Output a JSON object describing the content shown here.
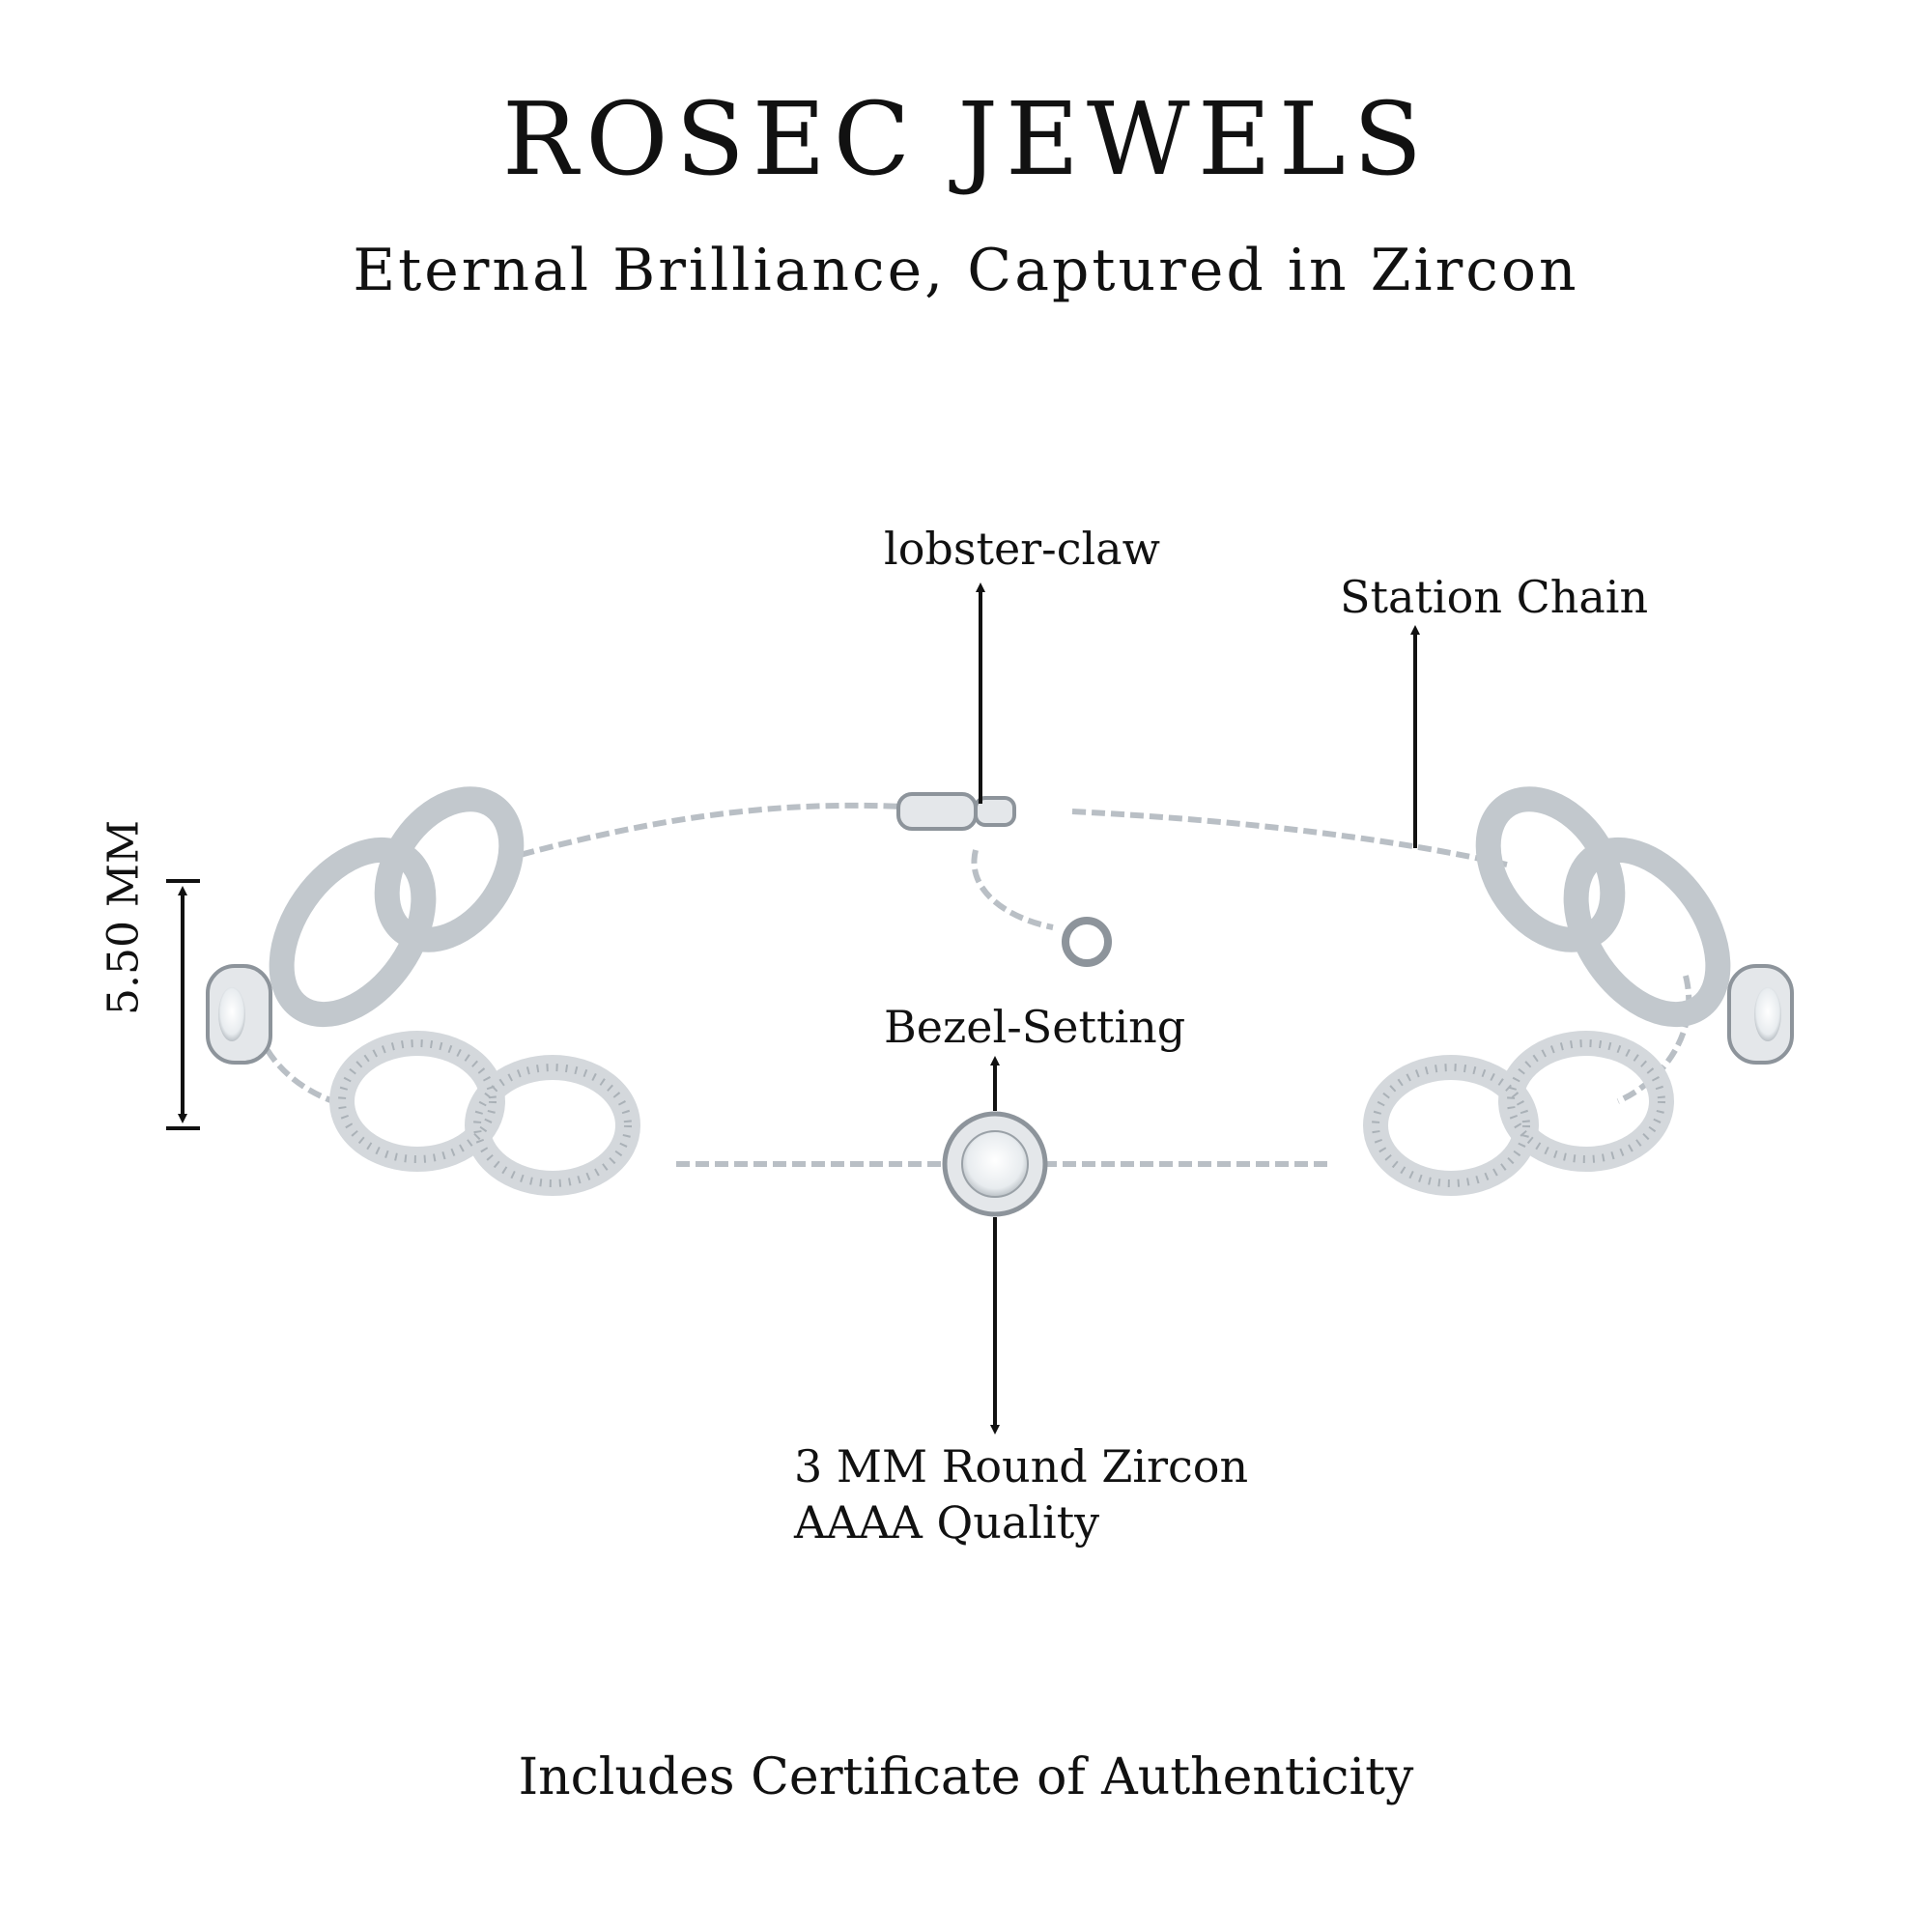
{
  "brand": "ROSEC JEWELS",
  "tagline": "Eternal Brilliance, Captured in Zircon",
  "callouts": {
    "lobster": "lobster-claw",
    "station": "Station Chain",
    "bezel": "Bezel-Setting",
    "zircon_line1": "3 MM Round Zircon",
    "zircon_line2": "AAAA Quality",
    "dimension": "5.50 MM"
  },
  "footer": "Includes Certificate of Authenticity",
  "colors": {
    "metal": "#d4d8dc",
    "metal_dark": "#8d949b",
    "text": "#111111",
    "background": "#ffffff"
  }
}
